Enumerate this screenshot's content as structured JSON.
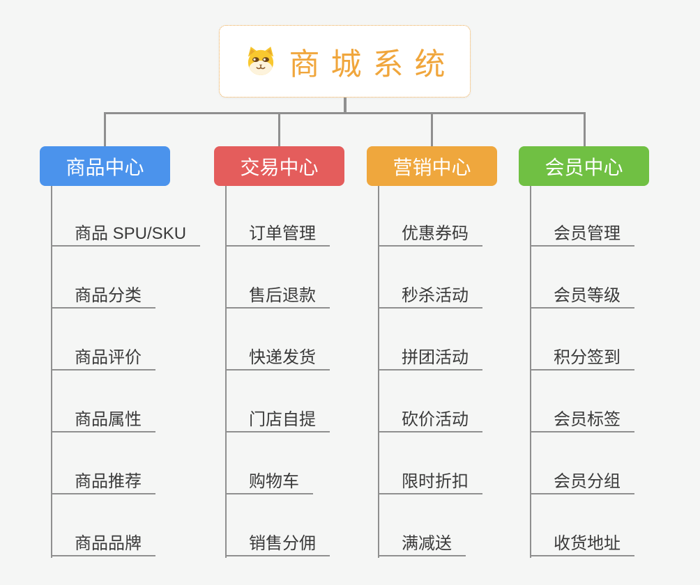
{
  "page": {
    "background": "#f5f6f5"
  },
  "root": {
    "title": "商城系统",
    "icon": "dog-face-icon",
    "text_color": "#f0a63c",
    "border_color": "#eda84a"
  },
  "branches": [
    {
      "label": "商品中心",
      "color": "#4b93ec",
      "items": [
        "商品 SPU/SKU",
        "商品分类",
        "商品评价",
        "商品属性",
        "商品推荐",
        "商品品牌"
      ]
    },
    {
      "label": "交易中心",
      "color": "#e45d5c",
      "items": [
        "订单管理",
        "售后退款",
        "快递发货",
        "门店自提",
        "购物车",
        "销售分佣"
      ]
    },
    {
      "label": "营销中心",
      "color": "#efa73d",
      "items": [
        "优惠券码",
        "秒杀活动",
        "拼团活动",
        "砍价活动",
        "限时折扣",
        "满减送"
      ]
    },
    {
      "label": "会员中心",
      "color": "#70c043",
      "items": [
        "会员管理",
        "会员等级",
        "积分签到",
        "会员标签",
        "会员分组",
        "收货地址"
      ]
    }
  ]
}
